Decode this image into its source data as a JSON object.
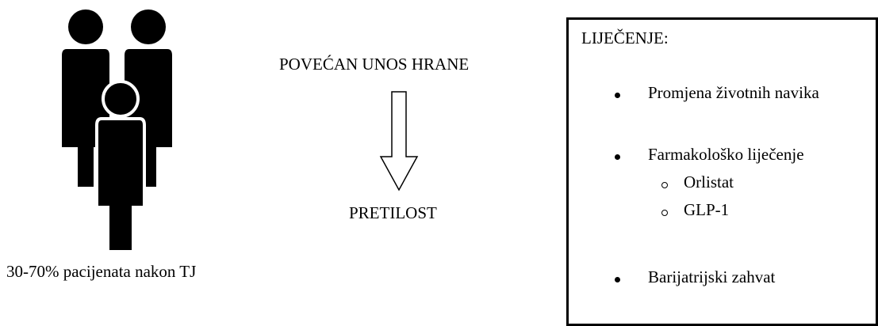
{
  "figure": {
    "caption": "30-70% pacijenata nakon TJ",
    "flow": {
      "top": "POVEĆAN UNOS HRANE",
      "bottom": "PRETILOST"
    },
    "icons": {
      "people": "people-group-icon",
      "arrow": "down-arrow-icon"
    },
    "treatment": {
      "title": "LIJEČENJE:",
      "items": [
        {
          "label": "Promjena životnih navika"
        },
        {
          "label": "Farmakološko liječenje",
          "sub": [
            "Orlistat",
            "GLP-1"
          ]
        },
        {
          "label": "Barijatrijski zahvat"
        }
      ]
    }
  },
  "colors": {
    "ink": "#000000",
    "background": "#ffffff"
  }
}
